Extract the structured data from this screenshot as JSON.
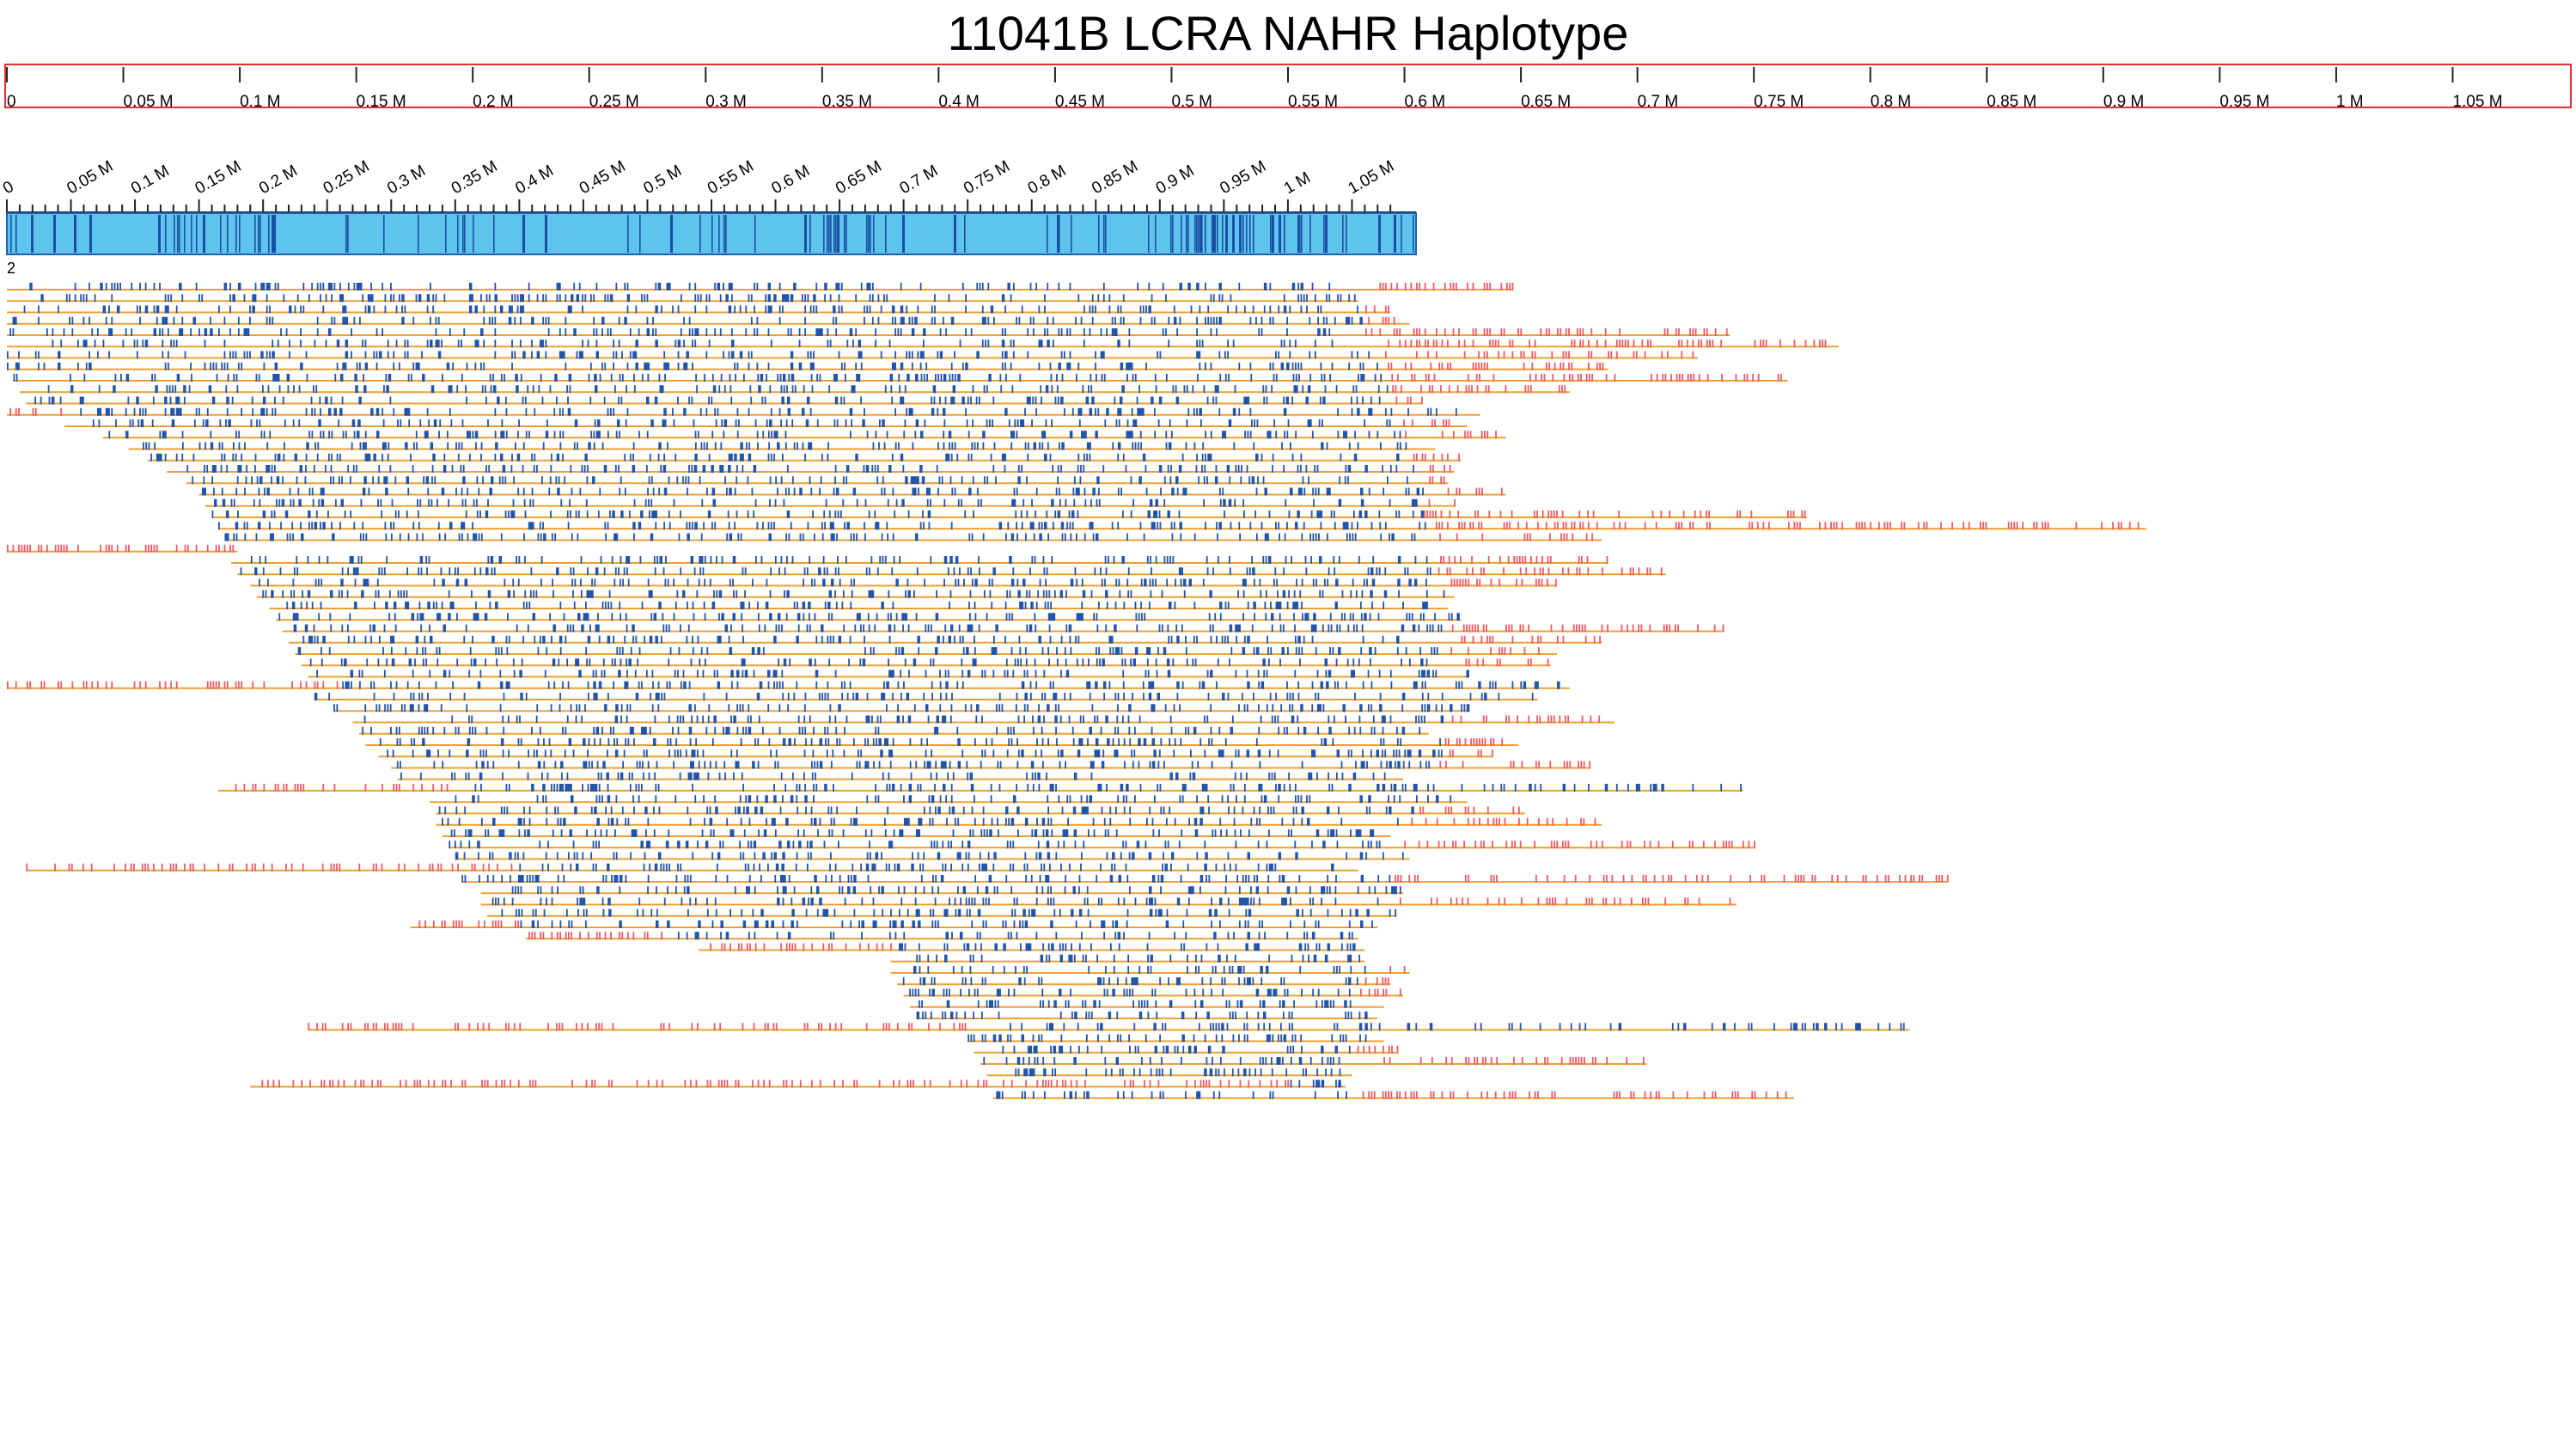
{
  "title": "11041B LCRA NAHR Haplotype",
  "top_axis": {
    "max_value": 1.1,
    "ticks": [
      "0",
      "0.05 M",
      "0.1 M",
      "0.15 M",
      "0.2 M",
      "0.25 M",
      "0.3 M",
      "0.35 M",
      "0.4 M",
      "0.45 M",
      "0.5 M",
      "0.55 M",
      "0.6 M",
      "0.65 M",
      "0.7 M",
      "0.75 M",
      "0.8 M",
      "0.85 M",
      "0.9 M",
      "0.95 M",
      "1 M",
      "1.05 M"
    ],
    "tick_values": [
      0,
      0.05,
      0.1,
      0.15,
      0.2,
      0.25,
      0.3,
      0.35,
      0.4,
      0.45,
      0.5,
      0.55,
      0.6,
      0.65,
      0.7,
      0.75,
      0.8,
      0.85,
      0.9,
      0.95,
      1.0,
      1.05
    ]
  },
  "contig_axis": {
    "max_value": 1.1,
    "ticks": [
      "0",
      "0.05 M",
      "0.1 M",
      "0.15 M",
      "0.2 M",
      "0.25 M",
      "0.3 M",
      "0.35 M",
      "0.4 M",
      "0.45 M",
      "0.5 M",
      "0.55 M",
      "0.6 M",
      "0.65 M",
      "0.7 M",
      "0.75 M",
      "0.8 M",
      "0.85 M",
      "0.9 M",
      "0.95 M",
      "1 M",
      "1.05 M"
    ],
    "tick_values": [
      0,
      0.05,
      0.1,
      0.15,
      0.2,
      0.25,
      0.3,
      0.35,
      0.4,
      0.45,
      0.5,
      0.55,
      0.6,
      0.65,
      0.7,
      0.75,
      0.8,
      0.85,
      0.9,
      0.95,
      1.0,
      1.05
    ]
  },
  "row_count_label": "2",
  "colors": {
    "frame_red": "#e03030",
    "contig_bar": "#5ec4ee",
    "contig_marker": "#1a4fa3",
    "read_line": "#f0a030",
    "match_tick": "#2255aa",
    "mismatch_tick": "#f05a64"
  },
  "chart_data": {
    "type": "alignment-map",
    "x_unit": "Mb",
    "x_range": [
      0,
      1.1
    ],
    "reads": [
      {
        "start": 0.0,
        "end": 1.175,
        "red": [
          1.055,
          1.175
        ]
      },
      {
        "start": 0.0,
        "end": 1.055,
        "red": []
      },
      {
        "start": 0.0,
        "end": 1.08,
        "red": [
          1.06,
          1.08
        ]
      },
      {
        "start": 0.0,
        "end": 1.095,
        "red": [
          1.06,
          1.095
        ]
      },
      {
        "start": 0.0,
        "end": 1.345,
        "red": [
          1.06,
          1.345
        ]
      },
      {
        "start": 0.0,
        "end": 1.43,
        "red": [
          1.065,
          1.43
        ]
      },
      {
        "start": 0.0,
        "end": 1.32,
        "red": [
          1.07,
          1.32
        ]
      },
      {
        "start": 0.0,
        "end": 1.25,
        "red": [
          1.075,
          1.25
        ]
      },
      {
        "start": 0.005,
        "end": 1.39,
        "red": [
          1.075,
          1.39
        ]
      },
      {
        "start": 0.01,
        "end": 1.22,
        "red": [
          1.08,
          1.22
        ]
      },
      {
        "start": 0.015,
        "end": 1.105,
        "red": [
          1.08,
          1.105
        ]
      },
      {
        "start": 0.0,
        "end": 1.15,
        "red": [
          0.0,
          0.045
        ]
      },
      {
        "start": 0.045,
        "end": 1.14,
        "red": [
          1.085,
          1.14
        ]
      },
      {
        "start": 0.075,
        "end": 1.17,
        "red": [
          1.09,
          1.17
        ]
      },
      {
        "start": 0.095,
        "end": 1.115,
        "red": []
      },
      {
        "start": 0.11,
        "end": 1.135,
        "red": [
          1.095,
          1.135
        ]
      },
      {
        "start": 0.125,
        "end": 1.13,
        "red": [
          1.1,
          1.13
        ]
      },
      {
        "start": 0.14,
        "end": 1.125,
        "red": [
          1.1,
          1.125
        ]
      },
      {
        "start": 0.15,
        "end": 1.17,
        "red": [
          1.105,
          1.17
        ]
      },
      {
        "start": 0.155,
        "end": 1.13,
        "red": [
          1.105,
          1.13
        ]
      },
      {
        "start": 0.16,
        "end": 1.405,
        "red": [
          1.105,
          1.405
        ]
      },
      {
        "start": 0.165,
        "end": 1.67,
        "red": [
          1.11,
          1.67
        ]
      },
      {
        "start": 0.17,
        "end": 1.245,
        "red": [
          1.11,
          1.245
        ]
      },
      {
        "start": 0.0,
        "end": 0.18,
        "red": [
          0.0,
          0.18
        ]
      },
      {
        "start": 0.175,
        "end": 1.25,
        "red": [
          1.115,
          1.25
        ]
      },
      {
        "start": 0.18,
        "end": 1.295,
        "red": [
          1.115,
          1.295
        ]
      },
      {
        "start": 0.19,
        "end": 1.21,
        "red": [
          1.12,
          1.21
        ]
      },
      {
        "start": 0.195,
        "end": 1.13,
        "red": []
      },
      {
        "start": 0.205,
        "end": 1.125,
        "red": []
      },
      {
        "start": 0.21,
        "end": 1.135,
        "red": []
      },
      {
        "start": 0.215,
        "end": 1.34,
        "red": [
          1.12,
          1.34
        ]
      },
      {
        "start": 0.22,
        "end": 1.245,
        "red": [
          1.12,
          1.245
        ]
      },
      {
        "start": 0.225,
        "end": 1.21,
        "red": [
          1.12,
          1.21
        ]
      },
      {
        "start": 0.23,
        "end": 1.205,
        "red": [
          1.125,
          1.205
        ]
      },
      {
        "start": 0.235,
        "end": 1.14,
        "red": []
      },
      {
        "start": 0.0,
        "end": 1.22,
        "red": [
          0.0,
          0.26
        ]
      },
      {
        "start": 0.24,
        "end": 1.195,
        "red": []
      },
      {
        "start": 0.255,
        "end": 1.14,
        "red": []
      },
      {
        "start": 0.27,
        "end": 1.255,
        "red": [
          1.125,
          1.255
        ]
      },
      {
        "start": 0.275,
        "end": 1.11,
        "red": []
      },
      {
        "start": 0.28,
        "end": 1.18,
        "red": [
          1.12,
          1.18
        ]
      },
      {
        "start": 0.29,
        "end": 1.16,
        "red": [
          1.12,
          1.16
        ]
      },
      {
        "start": 0.3,
        "end": 1.235,
        "red": [
          1.115,
          1.235
        ]
      },
      {
        "start": 0.305,
        "end": 1.09,
        "red": []
      },
      {
        "start": 0.165,
        "end": 1.355,
        "red": [
          0.165,
          0.35
        ]
      },
      {
        "start": 0.33,
        "end": 1.14,
        "red": []
      },
      {
        "start": 0.335,
        "end": 1.185,
        "red": [
          1.1,
          1.185
        ]
      },
      {
        "start": 0.335,
        "end": 1.245,
        "red": [
          1.095,
          1.245
        ]
      },
      {
        "start": 0.34,
        "end": 1.08,
        "red": []
      },
      {
        "start": 0.345,
        "end": 1.365,
        "red": [
          1.09,
          1.365
        ]
      },
      {
        "start": 0.35,
        "end": 1.095,
        "red": []
      },
      {
        "start": 0.015,
        "end": 1.055,
        "red": [
          0.015,
          0.395
        ]
      },
      {
        "start": 0.355,
        "end": 1.515,
        "red": [
          1.08,
          1.515
        ]
      },
      {
        "start": 0.37,
        "end": 1.09,
        "red": []
      },
      {
        "start": 0.37,
        "end": 1.35,
        "red": [
          1.07,
          1.35
        ]
      },
      {
        "start": 0.375,
        "end": 1.085,
        "red": []
      },
      {
        "start": 0.315,
        "end": 1.07,
        "red": [
          0.315,
          0.4
        ]
      },
      {
        "start": 0.405,
        "end": 1.055,
        "red": [
          0.405,
          0.52
        ]
      },
      {
        "start": 0.54,
        "end": 1.06,
        "red": [
          0.54,
          0.69
        ]
      },
      {
        "start": 0.69,
        "end": 1.06,
        "red": []
      },
      {
        "start": 0.69,
        "end": 1.095,
        "red": [
          1.06,
          1.095
        ]
      },
      {
        "start": 0.695,
        "end": 1.08,
        "red": [
          1.055,
          1.08
        ]
      },
      {
        "start": 0.7,
        "end": 1.09,
        "red": [
          1.055,
          1.09
        ]
      },
      {
        "start": 0.705,
        "end": 1.075,
        "red": []
      },
      {
        "start": 0.71,
        "end": 1.07,
        "red": []
      },
      {
        "start": 0.235,
        "end": 1.485,
        "red": [
          0.235,
          0.76
        ]
      },
      {
        "start": 0.75,
        "end": 1.075,
        "red": []
      },
      {
        "start": 0.755,
        "end": 1.085,
        "red": [
          1.05,
          1.085
        ]
      },
      {
        "start": 0.76,
        "end": 1.28,
        "red": [
          1.05,
          1.28
        ]
      },
      {
        "start": 0.765,
        "end": 1.05,
        "red": []
      },
      {
        "start": 0.19,
        "end": 1.045,
        "red": [
          0.19,
          1.0
        ]
      },
      {
        "start": 0.77,
        "end": 1.395,
        "red": [
          1.045,
          1.395
        ]
      }
    ]
  }
}
